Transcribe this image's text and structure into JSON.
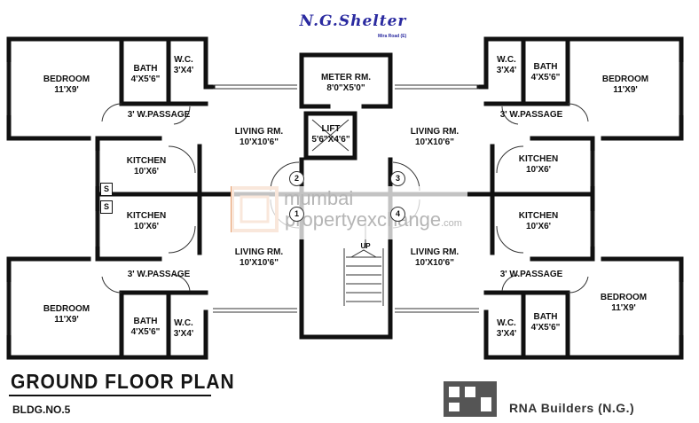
{
  "header": {
    "project_name": "N.G.Shelter",
    "project_location": "Mira Road (E)"
  },
  "footer": {
    "plan_title": "GROUND FLOOR PLAN",
    "building_no": "BLDG.NO.5",
    "builder_name": "RNA Builders (N.G.)"
  },
  "watermark": {
    "line1": "mumbai",
    "line2": "propertyexchange",
    "suffix": ".com"
  },
  "rooms": {
    "bedroom_tl": {
      "name": "BEDROOM",
      "size": "11'X9'"
    },
    "bath_tl": {
      "name": "BATH",
      "size": "4'X5'6\""
    },
    "wc_tl": {
      "name": "W.C.",
      "size": "3'X4'"
    },
    "passage_tl": {
      "name": "3' W.PASSAGE"
    },
    "kitchen_tl": {
      "name": "KITCHEN",
      "size": "10'X6'"
    },
    "living_tl": {
      "name": "LIVING RM.",
      "size": "10'X10'6\""
    },
    "meter_room": {
      "name": "METER RM.",
      "size": "8'0\"X5'0\""
    },
    "lift": {
      "name": "LIFT",
      "size": "5'6\"X4'6\""
    },
    "living_tr": {
      "name": "LIVING RM.",
      "size": "10'X10'6\""
    },
    "wc_tr": {
      "name": "W.C.",
      "size": "3'X4'"
    },
    "bath_tr": {
      "name": "BATH",
      "size": "4'X5'6\""
    },
    "bedroom_tr": {
      "name": "BEDROOM",
      "size": "11'X9'"
    },
    "passage_tr": {
      "name": "3' W.PASSAGE"
    },
    "kitchen_tr": {
      "name": "KITCHEN",
      "size": "10'X6'"
    },
    "kitchen_bl": {
      "name": "KITCHEN",
      "size": "10'X6'"
    },
    "living_bl": {
      "name": "LIVING RM.",
      "size": "10'X10'6\""
    },
    "passage_bl": {
      "name": "3' W.PASSAGE"
    },
    "bedroom_bl": {
      "name": "BEDROOM",
      "size": "11'X9'"
    },
    "bath_bl": {
      "name": "BATH",
      "size": "4'X5'6\""
    },
    "wc_bl": {
      "name": "W.C.",
      "size": "3'X4'"
    },
    "living_br": {
      "name": "LIVING RM.",
      "size": "10'X10'6\""
    },
    "kitchen_br": {
      "name": "KITCHEN",
      "size": "10'X6'"
    },
    "passage_br": {
      "name": "3' W.PASSAGE"
    },
    "bedroom_br": {
      "name": "BEDROOM",
      "size": "11'X9'"
    },
    "wc_br": {
      "name": "W.C.",
      "size": "3'X4'"
    },
    "bath_br": {
      "name": "BATH",
      "size": "4'X5'6\""
    }
  },
  "flat_numbers": [
    "1",
    "2",
    "3",
    "4"
  ],
  "shaft_label": "S",
  "stair_label": "UP",
  "colors": {
    "wall": "#111111",
    "title_blue": "#2a2aa0",
    "watermark_grey": "#b5b5b5",
    "watermark_orange": "#e8a070"
  }
}
